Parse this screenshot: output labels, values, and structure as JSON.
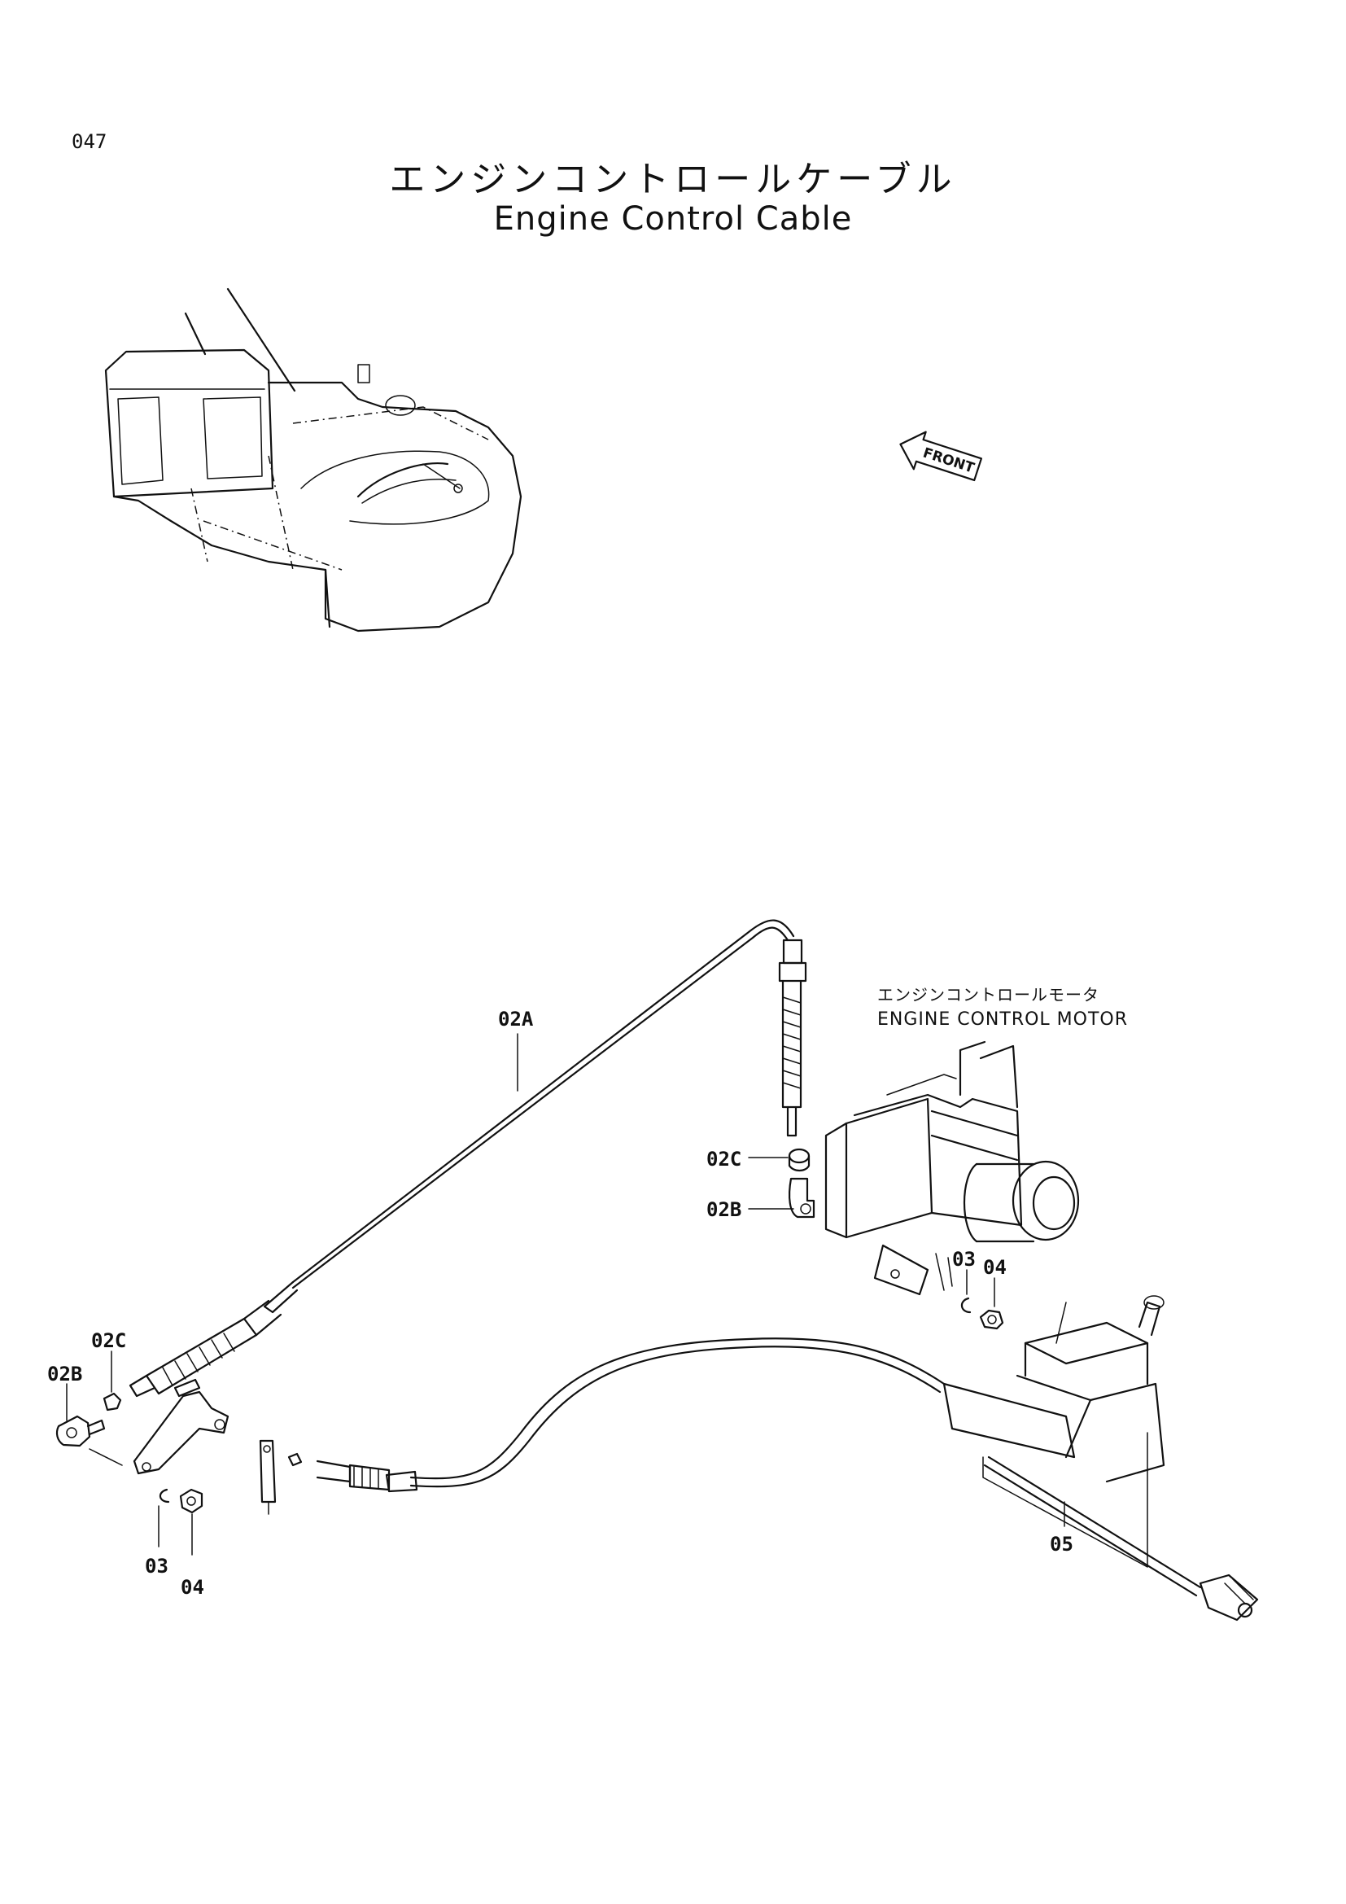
{
  "page_number": "047",
  "title_jp": "エンジンコントロールケーブル",
  "title_en": "Engine Control Cable",
  "front_label": "FRONT",
  "motor_label_jp": "エンジンコントロールモータ",
  "motor_label_en": "ENGINE CONTROL MOTOR",
  "callouts": {
    "c02A": "02A",
    "c02C_right": "02C",
    "c02B_right": "02B",
    "c03_right": "03",
    "c04_right": "04",
    "c02C_left": "02C",
    "c02B_left": "02B",
    "c03_left": "03",
    "c04_left": "04",
    "c05": "05"
  }
}
